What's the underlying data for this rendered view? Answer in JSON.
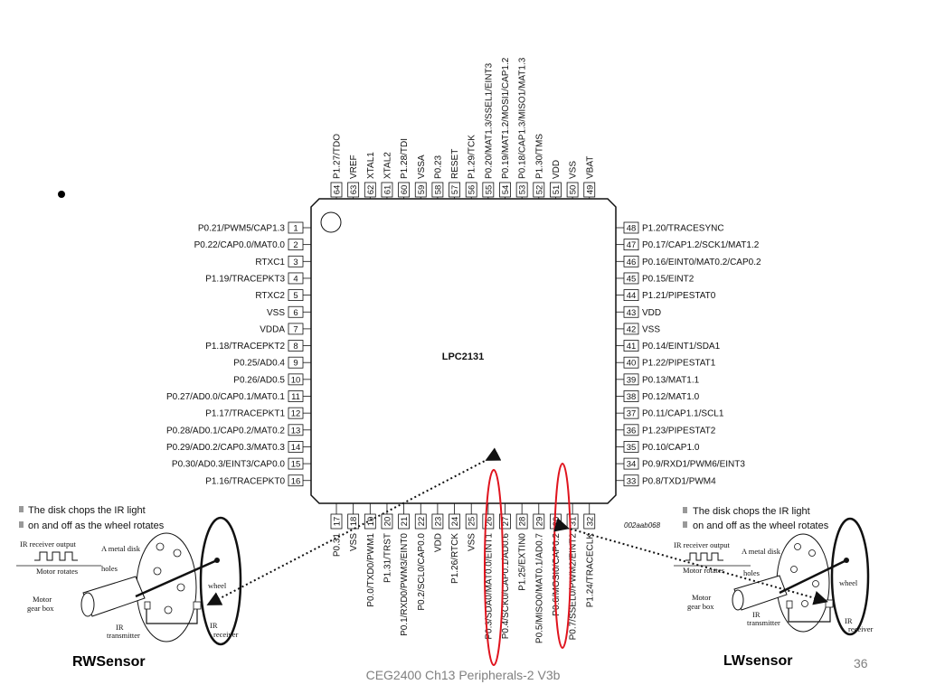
{
  "chip": {
    "name": "LPC2131",
    "figure_code": "002aab068",
    "left_pins": [
      {
        "num": "1",
        "label": "P0.21/PWM5/CAP1.3"
      },
      {
        "num": "2",
        "label": "P0.22/CAP0.0/MAT0.0"
      },
      {
        "num": "3",
        "label": "RTXC1"
      },
      {
        "num": "4",
        "label": "P1.19/TRACEPKT3"
      },
      {
        "num": "5",
        "label": "RTXC2"
      },
      {
        "num": "6",
        "label": "VSS"
      },
      {
        "num": "7",
        "label": "VDDA"
      },
      {
        "num": "8",
        "label": "P1.18/TRACEPKT2"
      },
      {
        "num": "9",
        "label": "P0.25/AD0.4"
      },
      {
        "num": "10",
        "label": "P0.26/AD0.5"
      },
      {
        "num": "11",
        "label": "P0.27/AD0.0/CAP0.1/MAT0.1"
      },
      {
        "num": "12",
        "label": "P1.17/TRACEPKT1"
      },
      {
        "num": "13",
        "label": "P0.28/AD0.1/CAP0.2/MAT0.2"
      },
      {
        "num": "14",
        "label": "P0.29/AD0.2/CAP0.3/MAT0.3"
      },
      {
        "num": "15",
        "label": "P0.30/AD0.3/EINT3/CAP0.0"
      },
      {
        "num": "16",
        "label": "P1.16/TRACEPKT0"
      }
    ],
    "right_pins": [
      {
        "num": "48",
        "label": "P1.20/TRACESYNC"
      },
      {
        "num": "47",
        "label": "P0.17/CAP1.2/SCK1/MAT1.2"
      },
      {
        "num": "46",
        "label": "P0.16/EINT0/MAT0.2/CAP0.2"
      },
      {
        "num": "45",
        "label": "P0.15/EINT2"
      },
      {
        "num": "44",
        "label": "P1.21/PIPESTAT0"
      },
      {
        "num": "43",
        "label": "VDD"
      },
      {
        "num": "42",
        "label": "VSS"
      },
      {
        "num": "41",
        "label": "P0.14/EINT1/SDA1"
      },
      {
        "num": "40",
        "label": "P1.22/PIPESTAT1"
      },
      {
        "num": "39",
        "label": "P0.13/MAT1.1"
      },
      {
        "num": "38",
        "label": "P0.12/MAT1.0"
      },
      {
        "num": "37",
        "label": "P0.11/CAP1.1/SCL1"
      },
      {
        "num": "36",
        "label": "P1.23/PIPESTAT2"
      },
      {
        "num": "35",
        "label": "P0.10/CAP1.0"
      },
      {
        "num": "34",
        "label": "P0.9/RXD1/PWM6/EINT3"
      },
      {
        "num": "33",
        "label": "P0.8/TXD1/PWM4"
      }
    ],
    "top_pins": [
      {
        "num": "64",
        "label": "P1.27/TDO"
      },
      {
        "num": "63",
        "label": "VREF"
      },
      {
        "num": "62",
        "label": "XTAL1"
      },
      {
        "num": "61",
        "label": "XTAL2"
      },
      {
        "num": "60",
        "label": "P1.28/TDI"
      },
      {
        "num": "59",
        "label": "VSSA"
      },
      {
        "num": "58",
        "label": "P0.23"
      },
      {
        "num": "57",
        "label": "RESET"
      },
      {
        "num": "56",
        "label": "P1.29/TCK"
      },
      {
        "num": "55",
        "label": "P0.20/MAT1.3/SSEL1/EINT3"
      },
      {
        "num": "54",
        "label": "P0.19/MAT1.2/MOSI1/CAP1.2"
      },
      {
        "num": "53",
        "label": "P0.18/CAP1.3/MISO1/MAT1.3"
      },
      {
        "num": "52",
        "label": "P1.30/TMS"
      },
      {
        "num": "51",
        "label": "VDD"
      },
      {
        "num": "50",
        "label": "VSS"
      },
      {
        "num": "49",
        "label": "VBAT"
      }
    ],
    "bottom_pins": [
      {
        "num": "17",
        "label": "P0.31"
      },
      {
        "num": "18",
        "label": "VSS"
      },
      {
        "num": "19",
        "label": "P0.0/TXD0/PWM1"
      },
      {
        "num": "20",
        "label": "P1.31/TRST"
      },
      {
        "num": "21",
        "label": "P0.1/RXD0/PWM3/EINT0"
      },
      {
        "num": "22",
        "label": "P0.2/SCL0/CAP0.0"
      },
      {
        "num": "23",
        "label": "VDD"
      },
      {
        "num": "24",
        "label": "P1.26/RTCK"
      },
      {
        "num": "25",
        "label": "VSS"
      },
      {
        "num": "26",
        "label": "P0.3/SDA0/MAT0.0/EINT1"
      },
      {
        "num": "27",
        "label": "P0.4/SCK0/CAP0.1/AD0.6"
      },
      {
        "num": "28",
        "label": "P1.25/EXTIN0"
      },
      {
        "num": "29",
        "label": "P0.5/MISO0/MAT0.1/AD0.7"
      },
      {
        "num": "30",
        "label": "P0.6/MOSI0/CAP0.2"
      },
      {
        "num": "31",
        "label": "P0.7/SSEL0/PWM2/EINT2"
      },
      {
        "num": "32",
        "label": "P1.24/TRACECLK"
      }
    ]
  },
  "sensors": {
    "rw": {
      "title": "RWSensor",
      "caption_line1": "The disk chops the IR light",
      "caption_line2": "on and off as the wheel rotates",
      "ir_output": "IR receiver output",
      "motor_rotates": "Motor rotates",
      "metal_disk": "A metal disk",
      "holes": "holes",
      "wheel": "wheel",
      "motor_gear_box_1": "Motor",
      "motor_gear_box_2": "gear box",
      "ir_transmitter_1": "IR",
      "ir_transmitter_2": "transmitter",
      "ir_receiver_1": "IR",
      "ir_receiver_2": "receiver"
    },
    "lw": {
      "title": "LWsensor",
      "caption_line1": "The disk chops the IR light",
      "caption_line2": "on and off as the wheel rotates",
      "ir_output": "IR receiver output",
      "motor_rotates": "Motor rotates",
      "metal_disk": "A metal disk",
      "holes": "holes",
      "wheel": "wheel",
      "motor_gear_box_1": "Motor",
      "motor_gear_box_2": "gear box",
      "ir_transmitter_1": "IR",
      "ir_transmitter_2": "transmitter",
      "ir_receiver_1": "IR",
      "ir_receiver_2": "receiver"
    }
  },
  "footer": {
    "text": "CEG2400 Ch13 Peripherals-2   V3b",
    "page_number": "36"
  },
  "colors": {
    "highlight": "#e0141e",
    "footer_text": "#808080"
  }
}
